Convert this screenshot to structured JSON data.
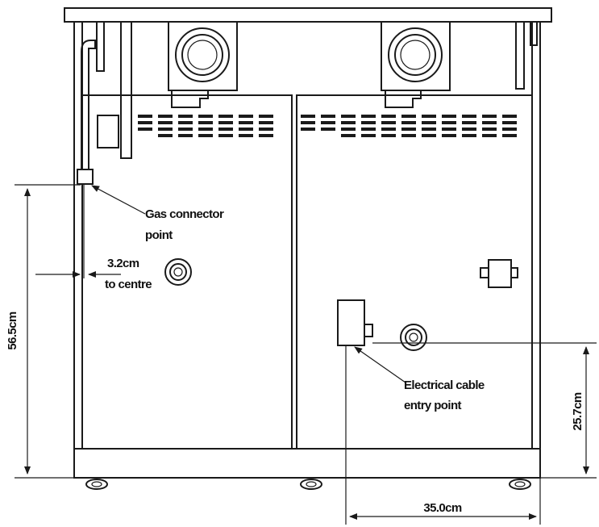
{
  "annotations": {
    "gas_connector_line1": "Gas connector",
    "gas_connector_line2": "point",
    "offset_line1": "3.2cm",
    "offset_line2": "to centre",
    "electrical_line1": "Electrical cable",
    "electrical_line2": "entry point"
  },
  "dimensions": {
    "gas_height": "56.5cm",
    "electrical_height": "25.7cm",
    "electrical_width": "35.0cm"
  },
  "colors": {
    "line": "#1a1a1a",
    "background": "#ffffff"
  }
}
